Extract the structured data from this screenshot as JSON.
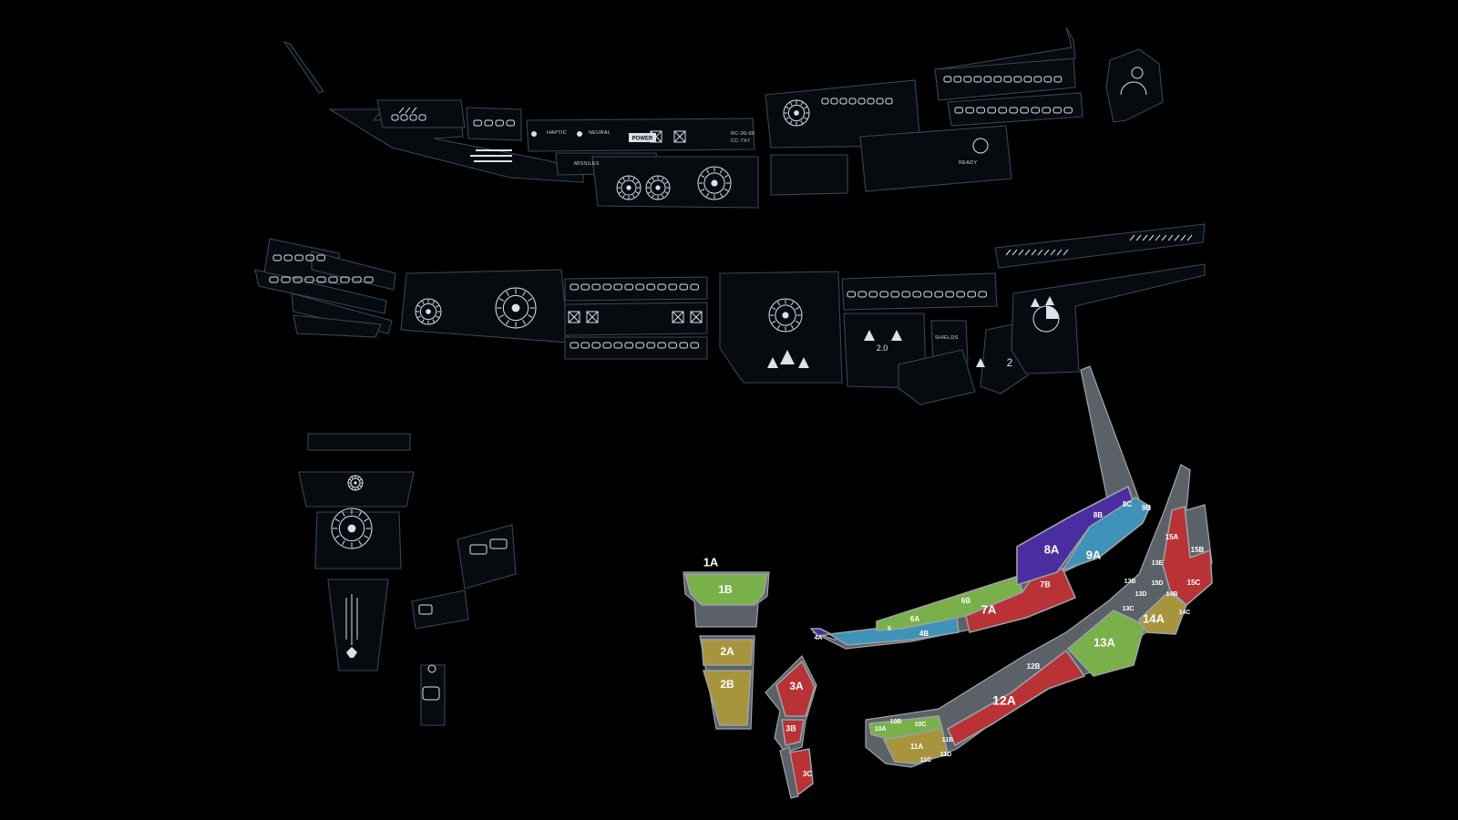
{
  "colors": {
    "background": "#000000",
    "panel_fill": "#070b0f",
    "panel_stroke": "#34475a",
    "ui_glyph": "#d9e2ea",
    "uv_frame": "#5c6167",
    "green": "#79b04a",
    "olive": "#a8943c",
    "red": "#b83236",
    "purple": "#4a2d9e",
    "blue": "#3f92b8"
  },
  "hud_text": {
    "haptic": "HAPTIC",
    "neural": "NEURAL",
    "power": "POWER",
    "missiles": "MISSILES",
    "code1": "RC-00-00",
    "code2": "CC-7X7",
    "ready": "READY",
    "shields": "SHIELDS",
    "pct": "2.0",
    "two": "2"
  },
  "uv_labels": [
    "1A",
    "1B",
    "2A",
    "2B",
    "3A",
    "3B",
    "3C",
    "4A",
    "4B",
    "5",
    "6A",
    "6B",
    "7A",
    "7B",
    "8A",
    "8B",
    "8C",
    "9A",
    "9B",
    "10A",
    "10B",
    "10C",
    "11A",
    "11B",
    "11C",
    "11D",
    "12A",
    "12B",
    "13A",
    "13B",
    "13C",
    "13D",
    "13E",
    "14A",
    "14B",
    "14C",
    "15A",
    "15B",
    "15C",
    "15D"
  ]
}
